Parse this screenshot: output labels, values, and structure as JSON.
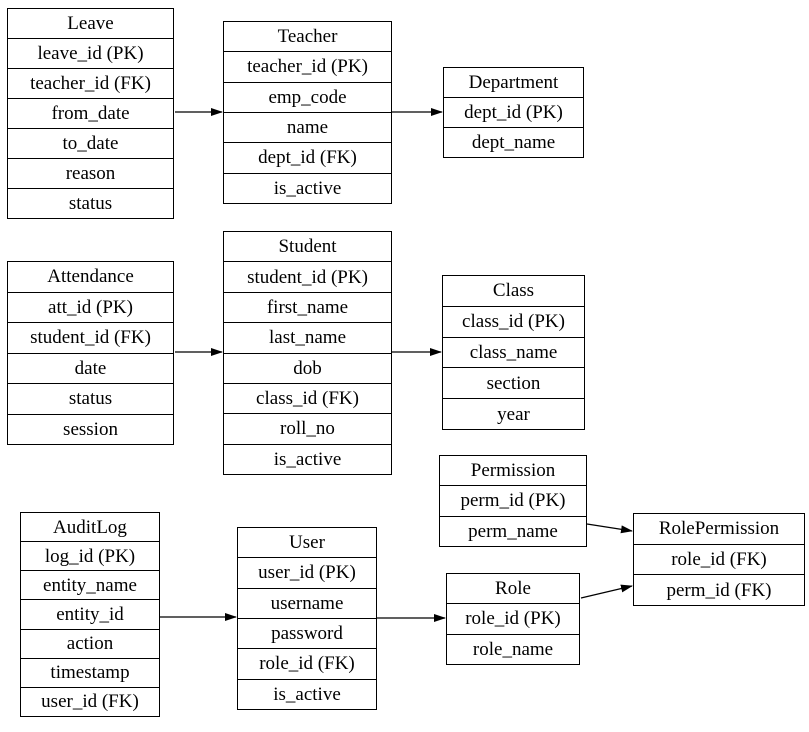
{
  "diagram": {
    "type": "entity-relationship-diagram",
    "colors": {
      "background": "#ffffff",
      "border": "#000000",
      "text": "#000000",
      "arrow": "#000000"
    },
    "entities": {
      "leave": {
        "title": "Leave",
        "fields": [
          "leave_id (PK)",
          "teacher_id (FK)",
          "from_date",
          "to_date",
          "reason",
          "status"
        ]
      },
      "teacher": {
        "title": "Teacher",
        "fields": [
          "teacher_id (PK)",
          "emp_code",
          "name",
          "dept_id (FK)",
          "is_active"
        ]
      },
      "department": {
        "title": "Department",
        "fields": [
          "dept_id (PK)",
          "dept_name"
        ]
      },
      "attendance": {
        "title": "Attendance",
        "fields": [
          "att_id (PK)",
          "student_id (FK)",
          "date",
          "status",
          "session"
        ]
      },
      "student": {
        "title": "Student",
        "fields": [
          "student_id (PK)",
          "first_name",
          "last_name",
          "dob",
          "class_id (FK)",
          "roll_no",
          "is_active"
        ]
      },
      "class": {
        "title": "Class",
        "fields": [
          "class_id (PK)",
          "class_name",
          "section",
          "year"
        ]
      },
      "auditlog": {
        "title": "AuditLog",
        "fields": [
          "log_id (PK)",
          "entity_name",
          "entity_id",
          "action",
          "timestamp",
          "user_id (FK)"
        ]
      },
      "user": {
        "title": "User",
        "fields": [
          "user_id (PK)",
          "username",
          "password",
          "role_id (FK)",
          "is_active"
        ]
      },
      "permission": {
        "title": "Permission",
        "fields": [
          "perm_id (PK)",
          "perm_name"
        ]
      },
      "role": {
        "title": "Role",
        "fields": [
          "role_id (PK)",
          "role_name"
        ]
      },
      "rolepermission": {
        "title": "RolePermission",
        "fields": [
          "role_id (FK)",
          "perm_id (FK)"
        ]
      }
    },
    "edges": [
      {
        "from": "Leave",
        "to": "Teacher"
      },
      {
        "from": "Teacher",
        "to": "Department"
      },
      {
        "from": "Attendance",
        "to": "Student"
      },
      {
        "from": "Student",
        "to": "Class"
      },
      {
        "from": "AuditLog",
        "to": "User"
      },
      {
        "from": "User",
        "to": "Role"
      },
      {
        "from": "Permission",
        "to": "RolePermission"
      },
      {
        "from": "Role",
        "to": "RolePermission"
      }
    ]
  }
}
